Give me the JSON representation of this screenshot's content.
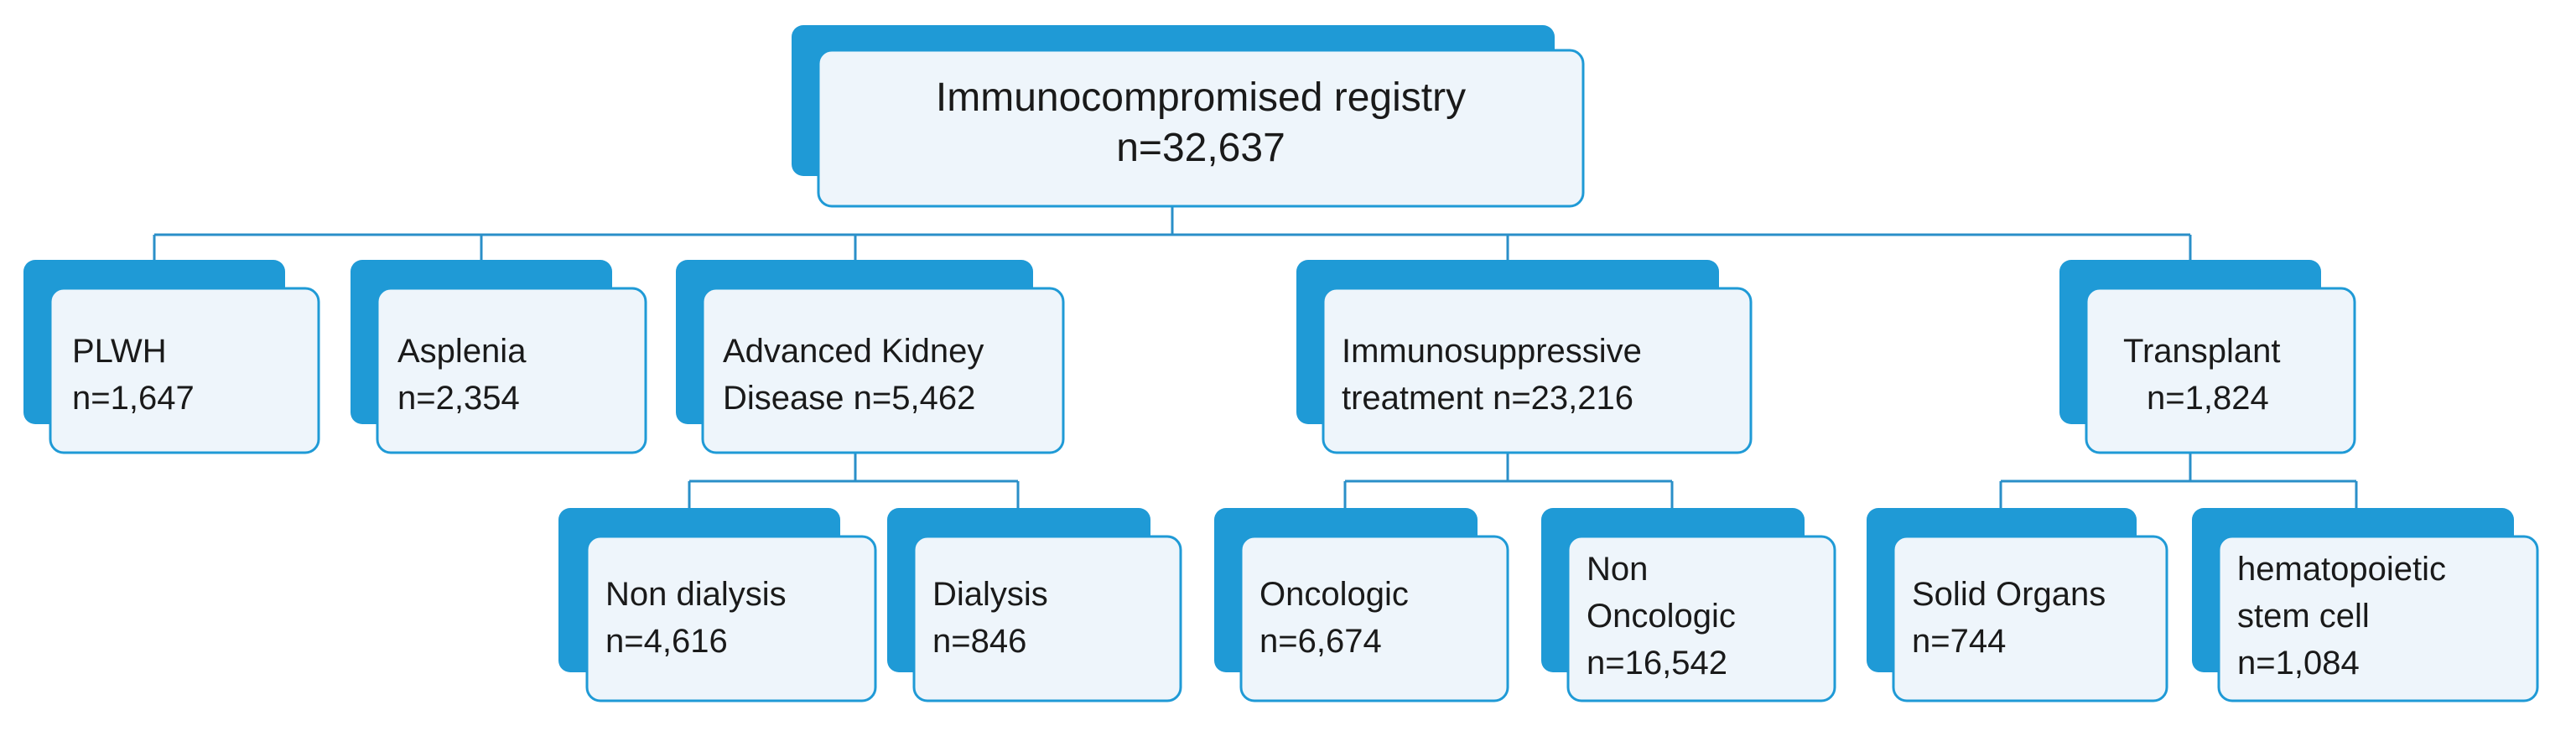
{
  "colors": {
    "accent_tab": "#1f9ad6",
    "box_fill": "#eef5fb",
    "box_border": "#1f9ad6",
    "connector": "#2a8fc8",
    "text": "#1a1a1a"
  },
  "root": {
    "lines": [
      "Immunocompromised  registry",
      "n=32,637"
    ]
  },
  "categories": [
    {
      "id": "plwh",
      "lines": [
        "PLWH",
        "n=1,647"
      ]
    },
    {
      "id": "asplenia",
      "lines": [
        "Asplenia",
        "n=2,354"
      ]
    },
    {
      "id": "kidney",
      "lines": [
        "Advanced Kidney",
        "Disease n=5,462"
      ]
    },
    {
      "id": "immunosuppressive",
      "lines": [
        "Immunosuppressive",
        "treatment n=23,216"
      ]
    },
    {
      "id": "transplant",
      "lines": [
        "Transplant",
        "n=1,824"
      ]
    }
  ],
  "subcategories": [
    {
      "id": "non-dialysis",
      "parent": "kidney",
      "lines": [
        "Non dialysis",
        "n=4,616"
      ]
    },
    {
      "id": "dialysis",
      "parent": "kidney",
      "lines": [
        "Dialysis",
        "n=846"
      ]
    },
    {
      "id": "oncologic",
      "parent": "immunosuppressive",
      "lines": [
        "Oncologic",
        "n=6,674"
      ]
    },
    {
      "id": "non-oncologic",
      "parent": "immunosuppressive",
      "lines": [
        "Non",
        "Oncologic",
        "n=16,542"
      ]
    },
    {
      "id": "solid-organs",
      "parent": "transplant",
      "lines": [
        "Solid Organs",
        "n=744"
      ]
    },
    {
      "id": "hematopoietic",
      "parent": "transplant",
      "lines": [
        "hematopoietic",
        "stem cell",
        "n=1,084"
      ]
    }
  ]
}
